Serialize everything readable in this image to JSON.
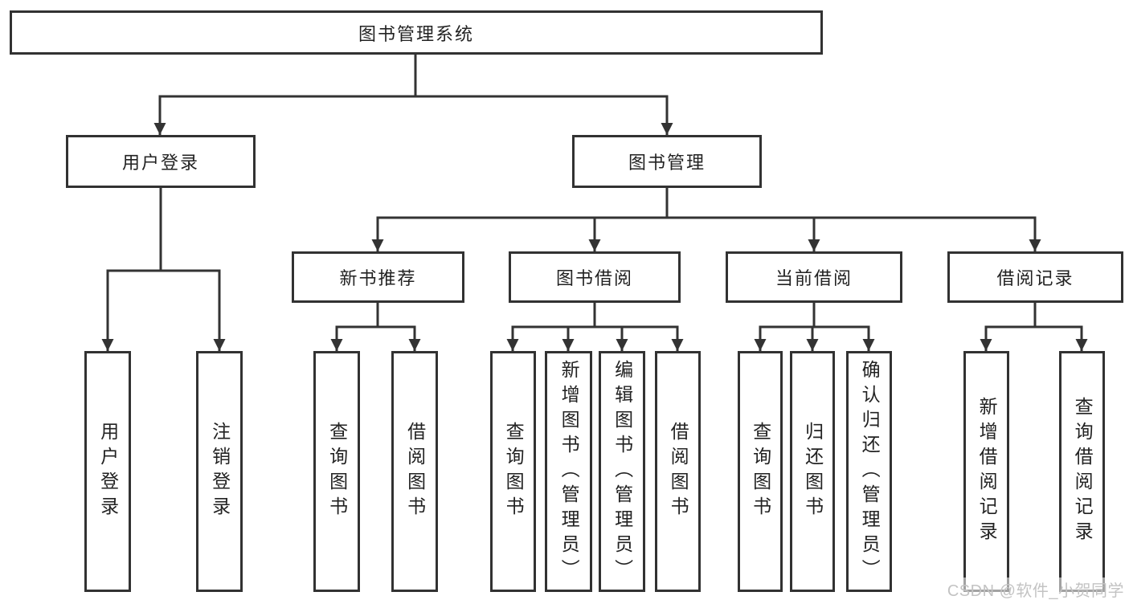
{
  "diagram_type": "functional-structure-chart",
  "style": {
    "line_color": "#333333",
    "border_color": "#323232",
    "text_color": "#222222",
    "background": "#ffffff",
    "watermark_color": "#c3c3c3"
  },
  "tree": {
    "root": {
      "label": "图书管理系统"
    },
    "children": [
      {
        "label": "用户登录",
        "children": [
          {
            "label": "用户登录"
          },
          {
            "label": "注销登录"
          }
        ]
      },
      {
        "label": "图书管理",
        "children": [
          {
            "label": "新书推荐",
            "children": [
              {
                "label": "查询图书"
              },
              {
                "label": "借阅图书"
              }
            ]
          },
          {
            "label": "图书借阅",
            "children": [
              {
                "label": "查询图书"
              },
              {
                "label": "新增图书（管理员）"
              },
              {
                "label": "编辑图书（管理员）"
              },
              {
                "label": "借阅图书"
              }
            ]
          },
          {
            "label": "当前借阅",
            "children": [
              {
                "label": "查询图书"
              },
              {
                "label": "归还图书"
              },
              {
                "label": "确认归还（管理员）"
              }
            ]
          },
          {
            "label": "借阅记录",
            "children": [
              {
                "label": "新增借阅记录"
              },
              {
                "label": "查询借阅记录"
              }
            ]
          }
        ]
      }
    ]
  },
  "watermark": {
    "text": "CSDN @软件_小贺同学"
  }
}
